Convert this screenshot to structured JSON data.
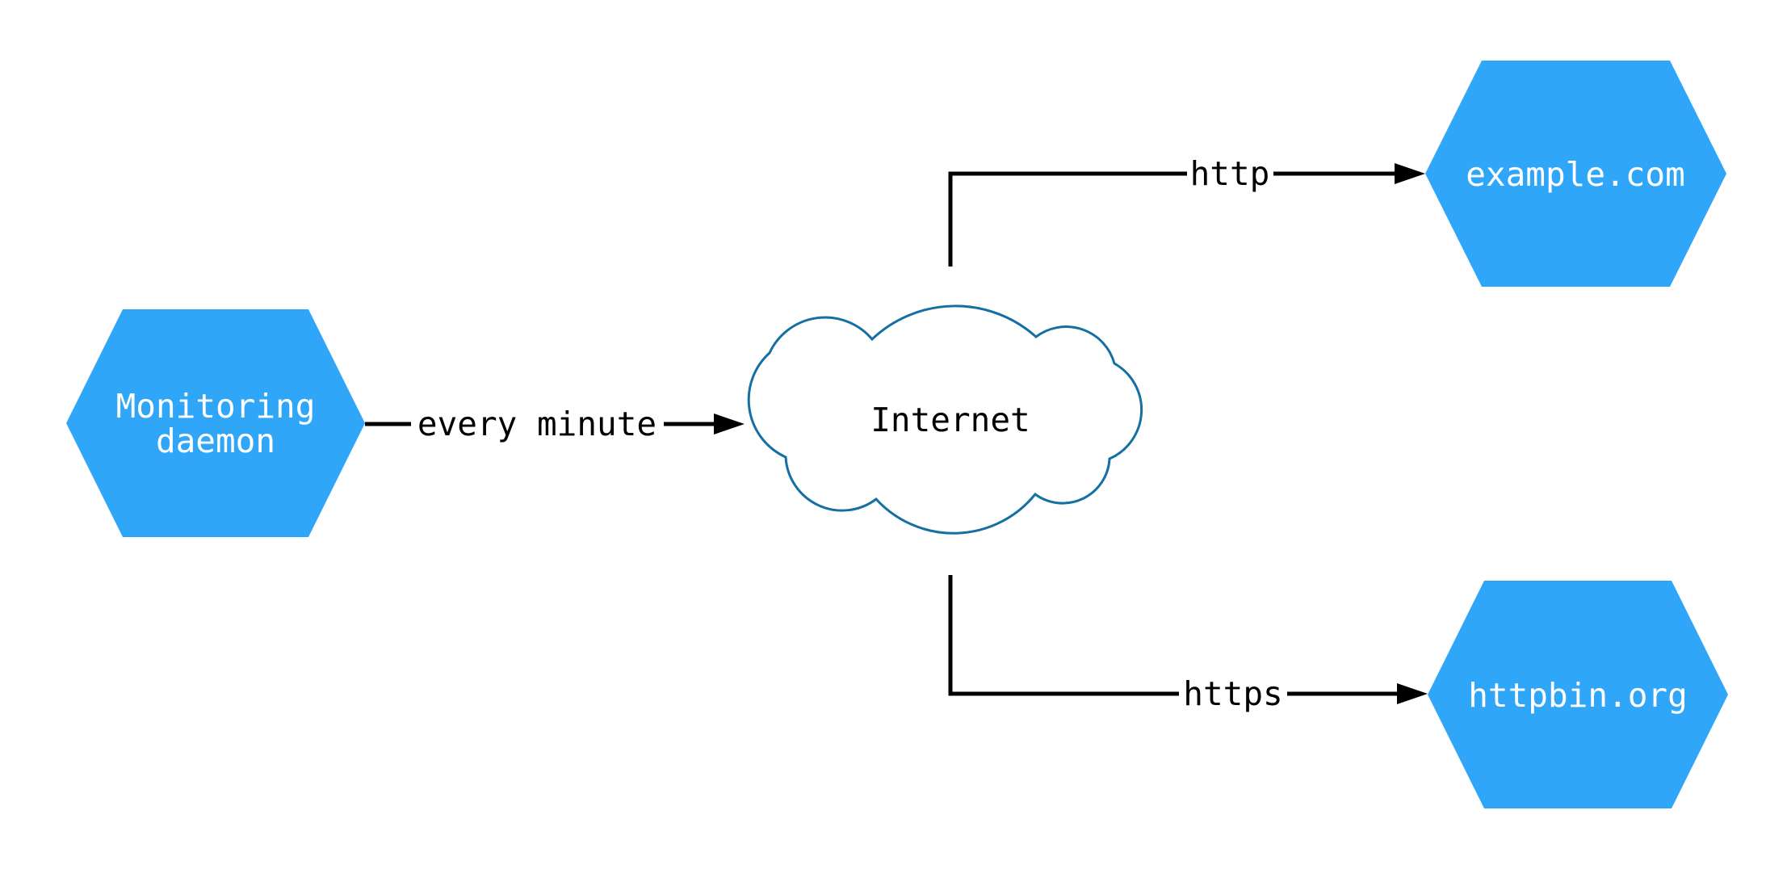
{
  "diagram": {
    "colors": {
      "node_fill": "#30A6F9",
      "node_text": "#FFFFFF",
      "cloud_stroke": "#1470A2",
      "cloud_fill": "#FFFFFF",
      "edge_color": "#000000",
      "edge_label_text": "#000000",
      "background": "#FFFFFF"
    },
    "nodes": {
      "monitoring_daemon": {
        "type": "hexagon",
        "label": "Monitoring daemon",
        "label_lines": [
          "Monitoring",
          "daemon"
        ]
      },
      "internet": {
        "type": "cloud",
        "label": "Internet"
      },
      "example_com": {
        "type": "hexagon",
        "label": "example.com"
      },
      "httpbin_org": {
        "type": "hexagon",
        "label": "httpbin.org"
      }
    },
    "edges": [
      {
        "from": "Monitoring daemon",
        "to": "Internet",
        "label": "every minute"
      },
      {
        "from": "Internet",
        "to": "example.com",
        "label": "http"
      },
      {
        "from": "Internet",
        "to": "httpbin.org",
        "label": "https"
      }
    ]
  }
}
